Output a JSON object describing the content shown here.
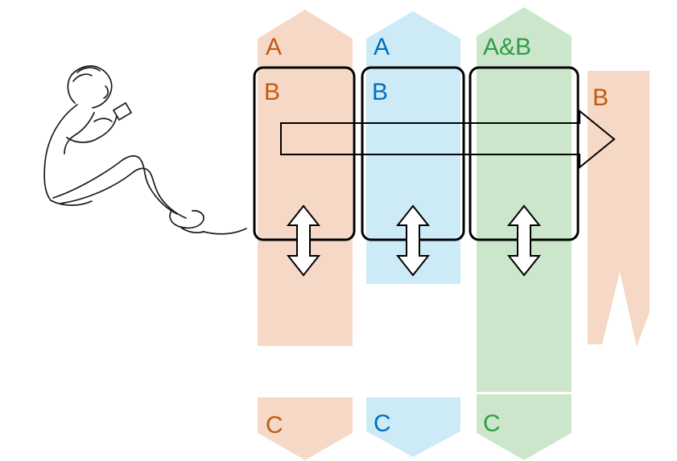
{
  "diagram": {
    "description": "Line drawing of a seated person looking at a phone beside three vertical information streams with labels A, B, C and a horizontal arrow exiting right labelled B"
  },
  "colors": {
    "peach": "#f5d9c6",
    "blue": "#cdeaf7",
    "green": "#cce6cc",
    "orange_text": "#c45911",
    "blue_text": "#0070c0",
    "green_text": "#2f9e44",
    "line": "#000000",
    "arrow_fill": "#ffffff"
  },
  "labels": {
    "stream1_top": "A",
    "stream2_top": "A",
    "stream3_top": "A&B",
    "stream1_box": "B",
    "stream2_box": "B",
    "stream_right": "B",
    "stream1_bottom": "C",
    "stream2_bottom": "C",
    "stream3_bottom": "C"
  }
}
